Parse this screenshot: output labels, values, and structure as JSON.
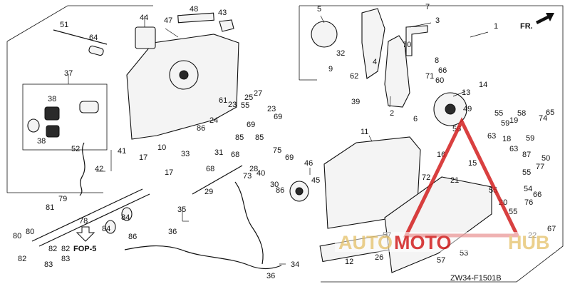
{
  "diagram": {
    "code": "ZW34-F1501B",
    "direction_label": "FR.",
    "ref_label": "FOP-5",
    "watermark": {
      "brand_left": "AUTO",
      "brand_mid": "MOTO",
      "brand_right": "HUB",
      "color": "#d21f1f",
      "text_color": "#e8c87a"
    },
    "callouts": [
      {
        "n": "1"
      },
      {
        "n": "2"
      },
      {
        "n": "3"
      },
      {
        "n": "4"
      },
      {
        "n": "5"
      },
      {
        "n": "6"
      },
      {
        "n": "7"
      },
      {
        "n": "8"
      },
      {
        "n": "9"
      },
      {
        "n": "10"
      },
      {
        "n": "11"
      },
      {
        "n": "12"
      },
      {
        "n": "13"
      },
      {
        "n": "14"
      },
      {
        "n": "15"
      },
      {
        "n": "16"
      },
      {
        "n": "17"
      },
      {
        "n": "17"
      },
      {
        "n": "18"
      },
      {
        "n": "19"
      },
      {
        "n": "20"
      },
      {
        "n": "21"
      },
      {
        "n": "22"
      },
      {
        "n": "23"
      },
      {
        "n": "23"
      },
      {
        "n": "24"
      },
      {
        "n": "25"
      },
      {
        "n": "26"
      },
      {
        "n": "27"
      },
      {
        "n": "28"
      },
      {
        "n": "29"
      },
      {
        "n": "30"
      },
      {
        "n": "31"
      },
      {
        "n": "32"
      },
      {
        "n": "33"
      },
      {
        "n": "34"
      },
      {
        "n": "35"
      },
      {
        "n": "36"
      },
      {
        "n": "36"
      },
      {
        "n": "37"
      },
      {
        "n": "38"
      },
      {
        "n": "38"
      },
      {
        "n": "39"
      },
      {
        "n": "40"
      },
      {
        "n": "41"
      },
      {
        "n": "42"
      },
      {
        "n": "43"
      },
      {
        "n": "44"
      },
      {
        "n": "45"
      },
      {
        "n": "46"
      },
      {
        "n": "47"
      },
      {
        "n": "48"
      },
      {
        "n": "49"
      },
      {
        "n": "50"
      },
      {
        "n": "51"
      },
      {
        "n": "52"
      },
      {
        "n": "53"
      },
      {
        "n": "54"
      },
      {
        "n": "55"
      },
      {
        "n": "55"
      },
      {
        "n": "55"
      },
      {
        "n": "55"
      },
      {
        "n": "55"
      },
      {
        "n": "56"
      },
      {
        "n": "57"
      },
      {
        "n": "57"
      },
      {
        "n": "58"
      },
      {
        "n": "59"
      },
      {
        "n": "59"
      },
      {
        "n": "60"
      },
      {
        "n": "61"
      },
      {
        "n": "62"
      },
      {
        "n": "63"
      },
      {
        "n": "63"
      },
      {
        "n": "64"
      },
      {
        "n": "65"
      },
      {
        "n": "66"
      },
      {
        "n": "66"
      },
      {
        "n": "67"
      },
      {
        "n": "68"
      },
      {
        "n": "68"
      },
      {
        "n": "69"
      },
      {
        "n": "69"
      },
      {
        "n": "69"
      },
      {
        "n": "70"
      },
      {
        "n": "71"
      },
      {
        "n": "72"
      },
      {
        "n": "73"
      },
      {
        "n": "74"
      },
      {
        "n": "75"
      },
      {
        "n": "76"
      },
      {
        "n": "77"
      },
      {
        "n": "78"
      },
      {
        "n": "79"
      },
      {
        "n": "80"
      },
      {
        "n": "80"
      },
      {
        "n": "81"
      },
      {
        "n": "82"
      },
      {
        "n": "82"
      },
      {
        "n": "82"
      },
      {
        "n": "83"
      },
      {
        "n": "83"
      },
      {
        "n": "84"
      },
      {
        "n": "84"
      },
      {
        "n": "85"
      },
      {
        "n": "85"
      },
      {
        "n": "86"
      },
      {
        "n": "86"
      },
      {
        "n": "86"
      },
      {
        "n": "87"
      }
    ]
  }
}
